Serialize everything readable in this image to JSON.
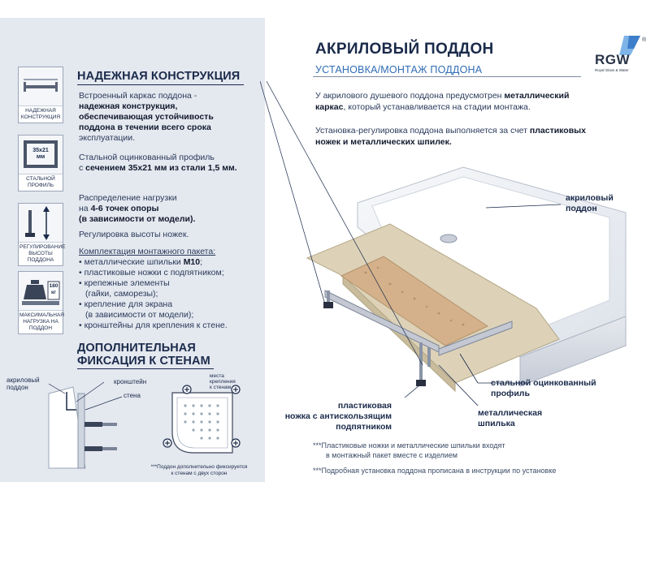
{
  "left": {
    "section1_title": "НАДЕЖНАЯ КОНСТРУКЦИЯ",
    "icons": [
      {
        "caption": "НАДЕЖНАЯ КОНСТРУКЦИЯ"
      },
      {
        "caption": "СТАЛЬНОЙ ПРОФИЛЬ",
        "badge": "35x21 мм"
      },
      {
        "caption": "РЕГУЛИРОВАНИЕ ВЫСОТЫ ПОДДОНА"
      },
      {
        "caption": "МАКСИМАЛЬНАЯ НАГРУЗКА НА ПОДДОН",
        "badge": "180 кг"
      }
    ],
    "p1": {
      "t1": "Встроенный каркас поддона -",
      "b1": "надежная конструкция,",
      "b2": "обеспечивающая устойчивость",
      "b3": "поддона в течении всего срока",
      "t2": "эксплуатации."
    },
    "p2": {
      "t1": "Стальной оцинкованный профиль",
      "t2": "с ",
      "b1": "сечением 35x21 мм из стали 1,5 мм."
    },
    "p3": {
      "t1": "Распределение нагрузки",
      "t2": "на ",
      "b1": "4-6 точек опоры",
      "b2": "(в зависимости от модели)."
    },
    "p4": "Регулировка высоты ножек.",
    "kit_title": "Комплектация монтажного пакета:",
    "kit": [
      {
        "text": "металлические шпильки ",
        "bold": "M10",
        "tail": ";"
      },
      {
        "text": "пластиковые ножки с подпятником;",
        "bold": "",
        "tail": ""
      },
      {
        "text": "крепежные элементы",
        "bold": "",
        "tail": ""
      },
      {
        "text": "(гайки, саморезы);",
        "bold": "",
        "tail": "",
        "indent": true
      },
      {
        "text": "крепление для экрана",
        "bold": "",
        "tail": ""
      },
      {
        "text": "(в зависимости от модели);",
        "bold": "",
        "tail": "",
        "indent": true
      },
      {
        "text": "кронштейны для крепления к стене.",
        "bold": "",
        "tail": ""
      }
    ],
    "section2_title_1": "ДОПОЛНИТЕЛЬНАЯ",
    "section2_title_2": "ФИКСАЦИЯ К СТЕНАМ",
    "diagram": {
      "tray_label_1": "акриловый",
      "tray_label_2": "поддон",
      "bracket_label": "кронштейн",
      "wall_label": "стена",
      "fix_label_1": "места",
      "fix_label_2": "крепления",
      "fix_label_3": "к стенам",
      "footnote_1": "***Поддон дополнительно фиксируется",
      "footnote_2": "к стенам с двух сторон"
    }
  },
  "right": {
    "title": "АКРИЛОВЫЙ ПОДДОН",
    "subtitle": "УСТАНОВКА/МОНТАЖ ПОДДОНА",
    "logo_text": "RGW",
    "logo_sub": "Royal Glass & Water",
    "logo_reg": "®",
    "intro1": {
      "t1": "У акрилового душевого поддона предусмотрен ",
      "b1": "металлический",
      "b2": "каркас",
      "t2": ", который устанавливается на стадии монтажа."
    },
    "intro2": {
      "t1": "Установка-регулировка поддона выполняется за счет ",
      "b1": "пластиковых",
      "b2": "ножек и металлических шпилек."
    },
    "labels": {
      "acrylic_1": "акриловый",
      "acrylic_2": "поддон",
      "profile_1": "стальной оцинкованный",
      "profile_2": "профиль",
      "leg_1": "пластиковая",
      "leg_2": "ножка с антискользящим",
      "leg_3": "подпятником",
      "pin_1": "металлическая",
      "pin_2": "шпилька"
    },
    "notes": {
      "n1a": "***Пластиковые ножки и металлические шпильки входят",
      "n1b": "в монтажный пакет вместе с изделием",
      "n2": "***Подробная установка поддона прописана в инструкции по установке"
    }
  }
}
